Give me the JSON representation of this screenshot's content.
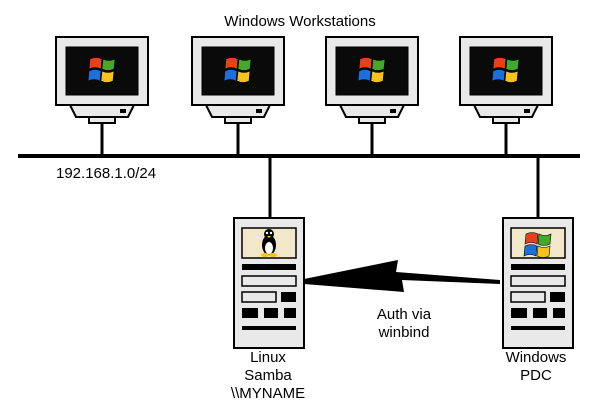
{
  "header": {
    "title": "Windows Workstations"
  },
  "network": {
    "subnet": "192.168.1.0/24"
  },
  "workstations": [
    {
      "icon": "windows-logo-icon"
    },
    {
      "icon": "windows-logo-icon"
    },
    {
      "icon": "windows-logo-icon"
    },
    {
      "icon": "windows-logo-icon"
    }
  ],
  "linux_server": {
    "icon": "linux-penguin-icon",
    "label_line1": "Linux",
    "label_line2": "Samba",
    "label_line3": "\\\\MYNAME"
  },
  "windows_server": {
    "icon": "windows-logo-icon",
    "label_line1": "Windows",
    "label_line2": "PDC"
  },
  "link": {
    "label_line1": "Auth via",
    "label_line2": "winbind"
  },
  "colors": {
    "windows_red": "#e8401f",
    "windows_green": "#43a82b",
    "windows_blue": "#1e6fd9",
    "windows_yellow": "#f6c31c",
    "monitor_frame": "#e9e9e9",
    "screen": "#0a0a0a",
    "outline": "#000000"
  }
}
